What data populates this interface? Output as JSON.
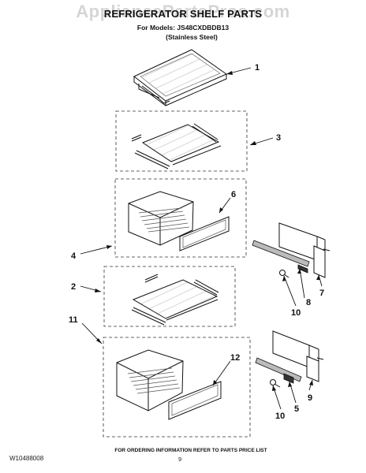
{
  "header": {
    "watermark": "AppliancePartsPros.com",
    "title": "REFRIGERATOR SHELF PARTS",
    "models_line": "For Models: JS48CXDBDB13",
    "variant": "(Stainless Steel)"
  },
  "callouts": [
    "1",
    "3",
    "6",
    "4",
    "2",
    "11",
    "12",
    "7",
    "8",
    "10",
    "9",
    "5",
    "10"
  ],
  "footer": {
    "code": "W10488008",
    "info": "FOR ORDERING INFORMATION REFER TO PARTS PRICE LIST",
    "page": "9"
  },
  "colors": {
    "line": "#111111",
    "dashed_box": "#333333",
    "glass_pattern": "#999999"
  }
}
